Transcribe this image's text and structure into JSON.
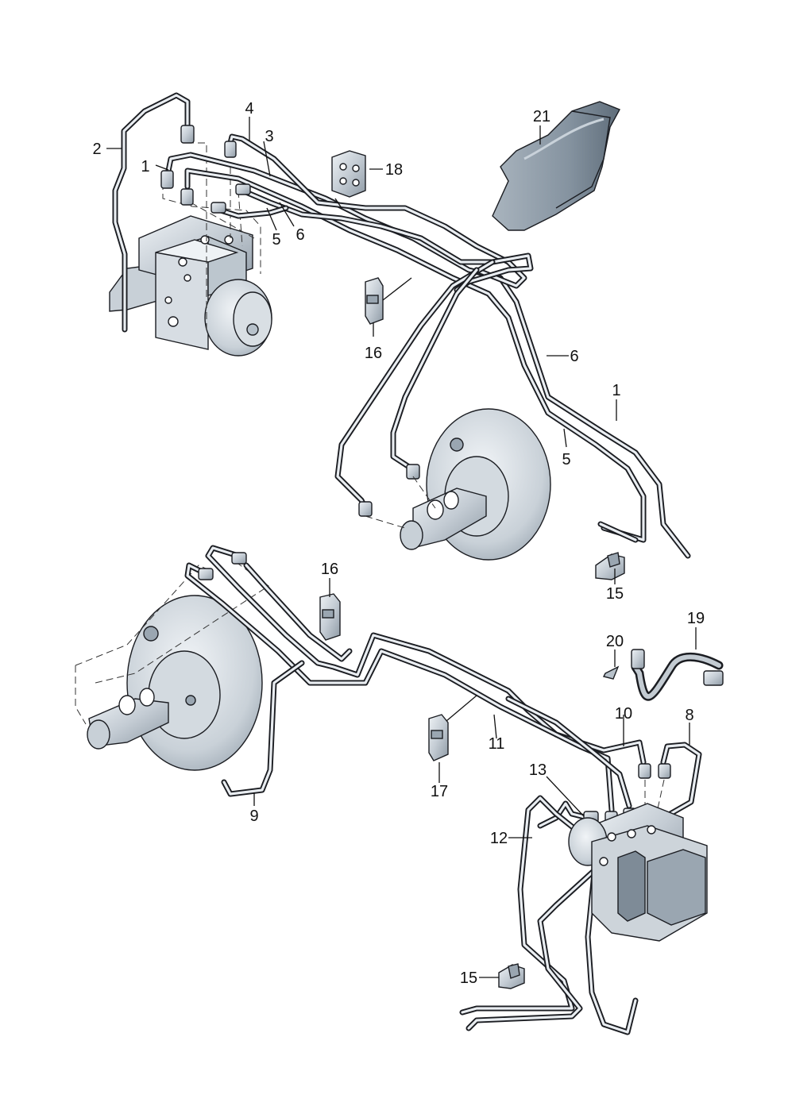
{
  "callouts": {
    "c1a": "1",
    "c2": "2",
    "c3": "3",
    "c4": "4",
    "c5a": "5",
    "c6a": "6",
    "c18": "18",
    "c21": "21",
    "c16a": "16",
    "c6b": "6",
    "c1b": "1",
    "c5b": "5",
    "c15a": "15",
    "c16b": "16",
    "c19": "19",
    "c20": "20",
    "c10": "10",
    "c8": "8",
    "c11": "11",
    "c17": "17",
    "c13": "13",
    "c9": "9",
    "c12": "12",
    "c15b": "15"
  },
  "colors": {
    "pipe_outline": "#1b1d22",
    "pipe_fill": "#e9edf1",
    "metal_light": "#dfe5ea",
    "metal_mid": "#b9c3cc",
    "metal_dark": "#8e9aa5",
    "cover_dark": "#6f7d8a"
  }
}
